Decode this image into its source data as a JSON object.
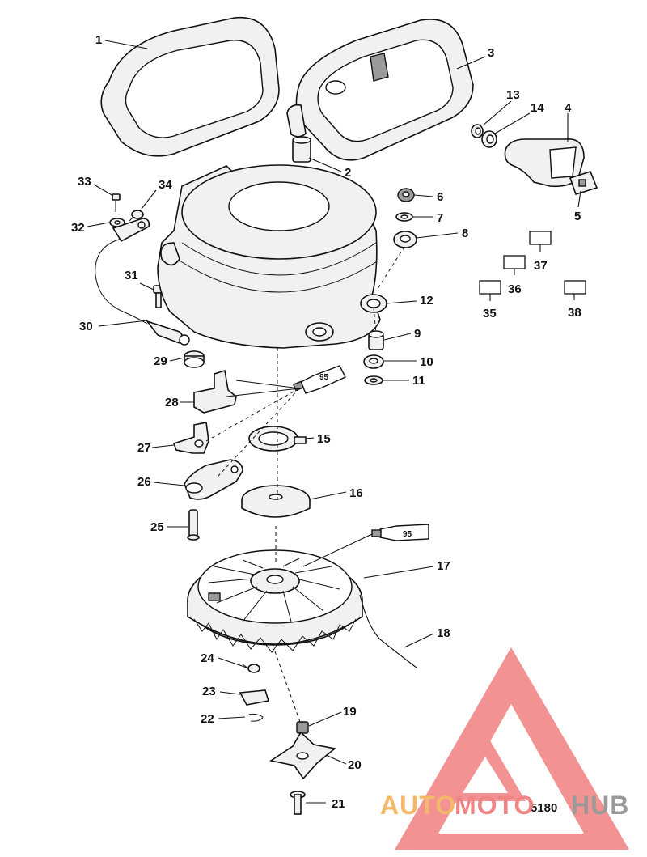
{
  "callouts": [
    "1",
    "2",
    "3",
    "4",
    "5",
    "6",
    "7",
    "8",
    "9",
    "10",
    "11",
    "12",
    "13",
    "14",
    "15",
    "16",
    "17",
    "18",
    "19",
    "20",
    "21",
    "22",
    "23",
    "24",
    "25",
    "26",
    "27",
    "28",
    "29",
    "30",
    "31",
    "32",
    "33",
    "34",
    "35",
    "36",
    "37",
    "38"
  ],
  "sealant_label": "95",
  "figure_number": "5180",
  "watermark": {
    "part1": "AUTO",
    "part2": "MOTO",
    "part3": "HUB",
    "colors": {
      "auto": "#f4b86a",
      "moto": "#f08585",
      "hub": "#9a9a9a",
      "logo": "#f08080"
    }
  }
}
